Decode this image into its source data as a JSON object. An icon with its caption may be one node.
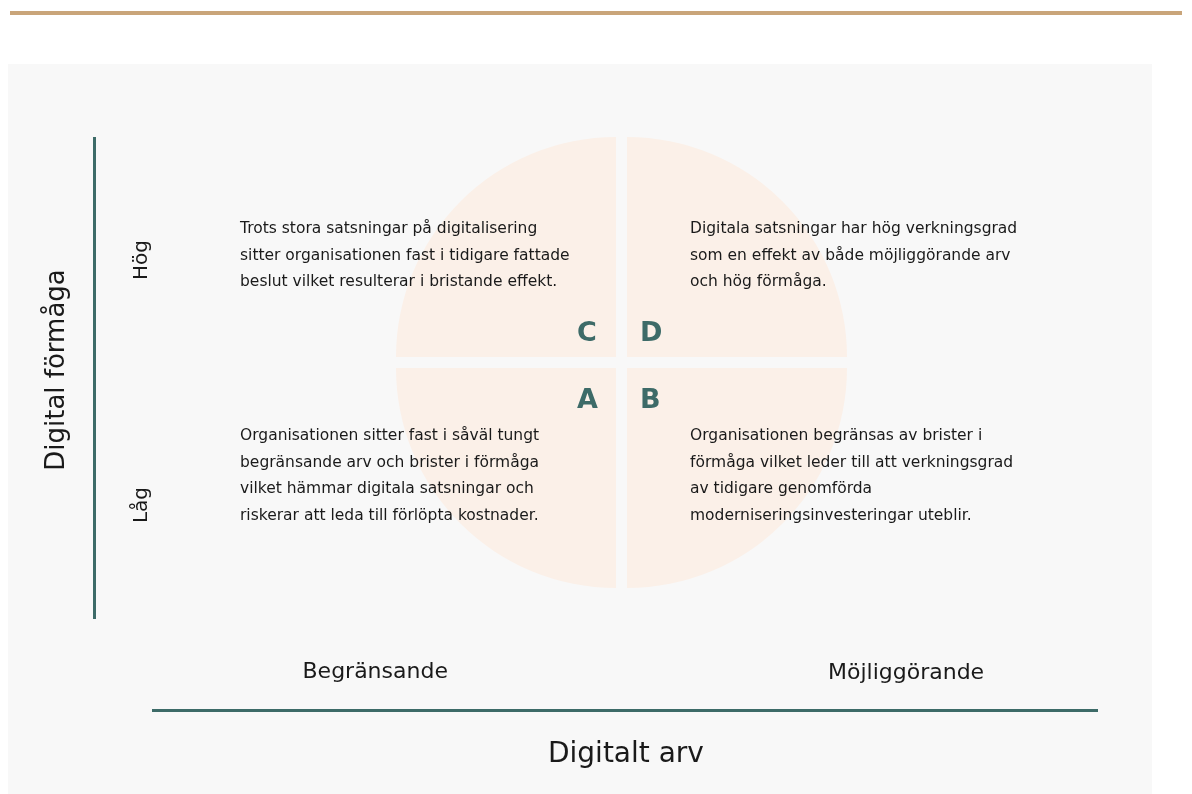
{
  "diagram": {
    "nodes": [
      {
        "text": [
          "C"
        ]
      },
      {
        "text": [
          "D"
        ]
      },
      {
        "text": [
          "A"
        ]
      },
      {
        "text": [
          "B"
        ]
      }
    ],
    "labels": [
      "Digital förmåga",
      "Hög",
      "Trots stora satsningar på digitalisering sitter organisationen fast i tidigare fattade beslut vilket resulterar i bristande effekt.",
      "Digitala satsningar har hög verkningsgrad som en effekt av både möjliggörande arv och hög förmåga.",
      "Låg",
      "Organisationen sitter fast i såväl tungt begränsande arv och brister i förmåga vilket hämmar digitala satsningar och riskerar att leda till förlöpta kostnader.",
      "Organisationen begränsas av brister i förmåga vilket leder till att verkningsgrad av tidigare genomförda moderniseringsinvesteringar uteblir.",
      "Begränsande",
      "Möjliggörande",
      "Digitalt arv"
    ]
  }
}
